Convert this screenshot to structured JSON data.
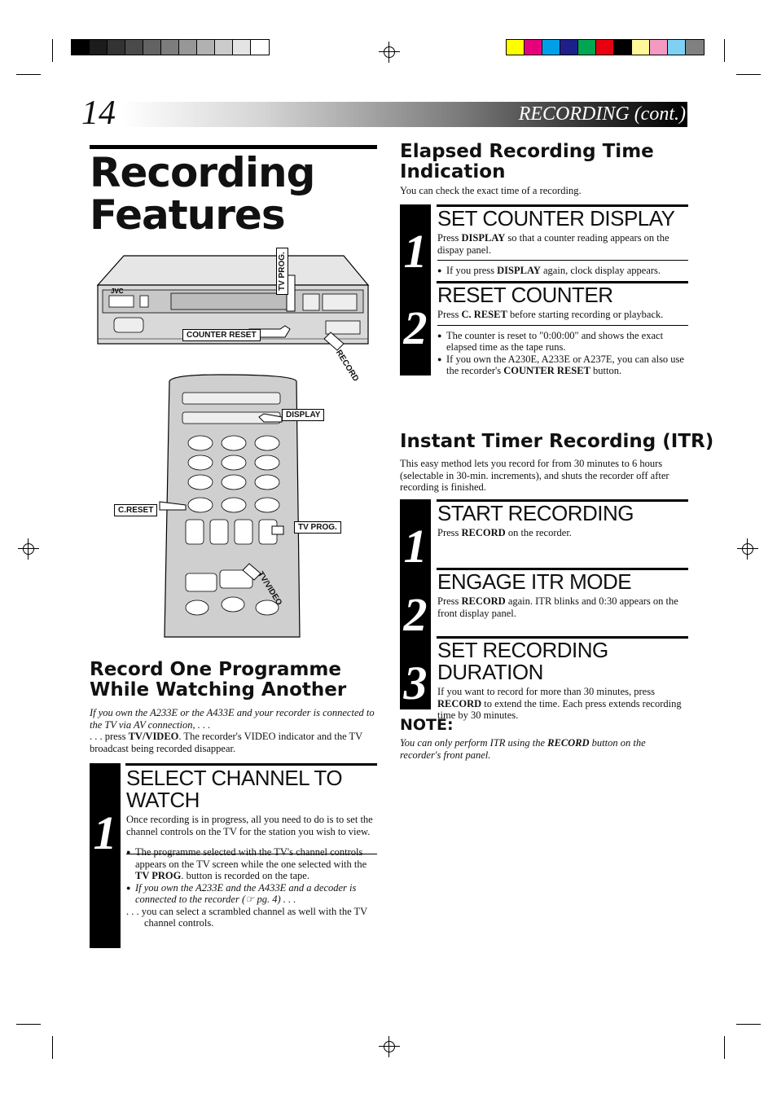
{
  "header": {
    "page_number": "14",
    "section": "RECORDING (cont.)"
  },
  "colors": {
    "grays": [
      "#000000",
      "#1c1c1c",
      "#333333",
      "#4a4a4a",
      "#636363",
      "#7d7d7d",
      "#979797",
      "#b1b1b1",
      "#cbcbcb",
      "#e4e4e4",
      "#ffffff"
    ],
    "colors": [
      "#ffff00",
      "#e6007e",
      "#00a0e9",
      "#1d2088",
      "#00a651",
      "#e60012",
      "#000000",
      "#fff799",
      "#f49ac1",
      "#7fd1f4",
      "#808080"
    ]
  },
  "title": {
    "line1": "Recording",
    "line2": "Features"
  },
  "illustration": {
    "vcr_brand": "JVC",
    "callout_tv_prog_top": "TV PROG.",
    "callout_counter_reset": "COUNTER RESET",
    "callout_record": "RECORD",
    "callout_display": "DISPLAY",
    "callout_creset": "C.RESET",
    "callout_tv_prog": "TV PROG.",
    "callout_tv_video": "TV/VIDEO"
  },
  "record_one": {
    "heading_line1": "Record One Programme",
    "heading_line2": "While Watching Another",
    "intro_italic": "If you own the A233E or the A433E and your recorder is connected to the TV via AV connection, . . .",
    "intro_pre": ". . . press ",
    "intro_bold": "TV/VIDEO",
    "intro_post": ". The recorder's VIDEO indicator and the TV broadcast being recorded disappear.",
    "step1": {
      "number": "1",
      "title_line1": "SELECT CHANNEL TO",
      "title_line2": "WATCH",
      "text": "Once recording is in progress, all you need to do is to set the channel controls on the TV for the station you wish to view.",
      "bullet1_pre": "The programme selected with the TV's channel controls appears on the TV screen while the one selected with the ",
      "bullet1_bold": "TV PROG",
      "bullet1_post": ". button is recorded on the tape.",
      "bullet2_italic": "If you own the A233E and the A433E and a decoder is connected to the recorder (☞ pg. 4) . . .",
      "bullet2_cont": ". . . you can select a scrambled channel as well with the TV channel controls."
    }
  },
  "elapsed": {
    "heading_line1": "Elapsed Recording Time",
    "heading_line2": "Indication",
    "intro": "You can check the exact time of a recording.",
    "step1": {
      "number": "1",
      "title": "SET COUNTER DISPLAY",
      "text_pre": "Press ",
      "text_bold": "DISPLAY",
      "text_post": " so that a counter reading appears on the dispay panel.",
      "bullet_pre": "If you press ",
      "bullet_bold": "DISPLAY",
      "bullet_post": " again, clock display appears."
    },
    "step2": {
      "number": "2",
      "title": "RESET COUNTER",
      "text_pre": "Press ",
      "text_bold": "C. RESET",
      "text_post": " before starting recording or playback.",
      "bullet1": "The counter is reset to \"0:00:00\" and shows the exact elapsed time as the tape runs.",
      "bullet2_pre": "If you own the A230E, A233E or A237E, you can also use the recorder's ",
      "bullet2_bold": "COUNTER RESET",
      "bullet2_post": " button."
    }
  },
  "itr": {
    "heading": "Instant Timer Recording (ITR)",
    "intro": "This easy method lets you record for from 30 minutes to 6 hours (selectable in 30-min. increments), and shuts the recorder off after recording is finished.",
    "step1": {
      "number": "1",
      "title": "START RECORDING",
      "text_pre": "Press ",
      "text_bold": "RECORD",
      "text_post": " on the recorder."
    },
    "step2": {
      "number": "2",
      "title": "ENGAGE ITR MODE",
      "text_pre": "Press ",
      "text_bold": "RECORD",
      "text_post": " again. ITR blinks and 0:30 appears on the front display panel."
    },
    "step3": {
      "number": "3",
      "title": "SET RECORDING DURATION",
      "text_pre": "If you want to record for more than 30 minutes, press ",
      "text_bold": "RECORD",
      "text_post": " to extend the time. Each press extends recording time by 30 minutes."
    },
    "note_heading": "NOTE:",
    "note_pre": "You can only perform ITR using the ",
    "note_bold": "RECORD",
    "note_post": " button on the recorder's front panel."
  }
}
